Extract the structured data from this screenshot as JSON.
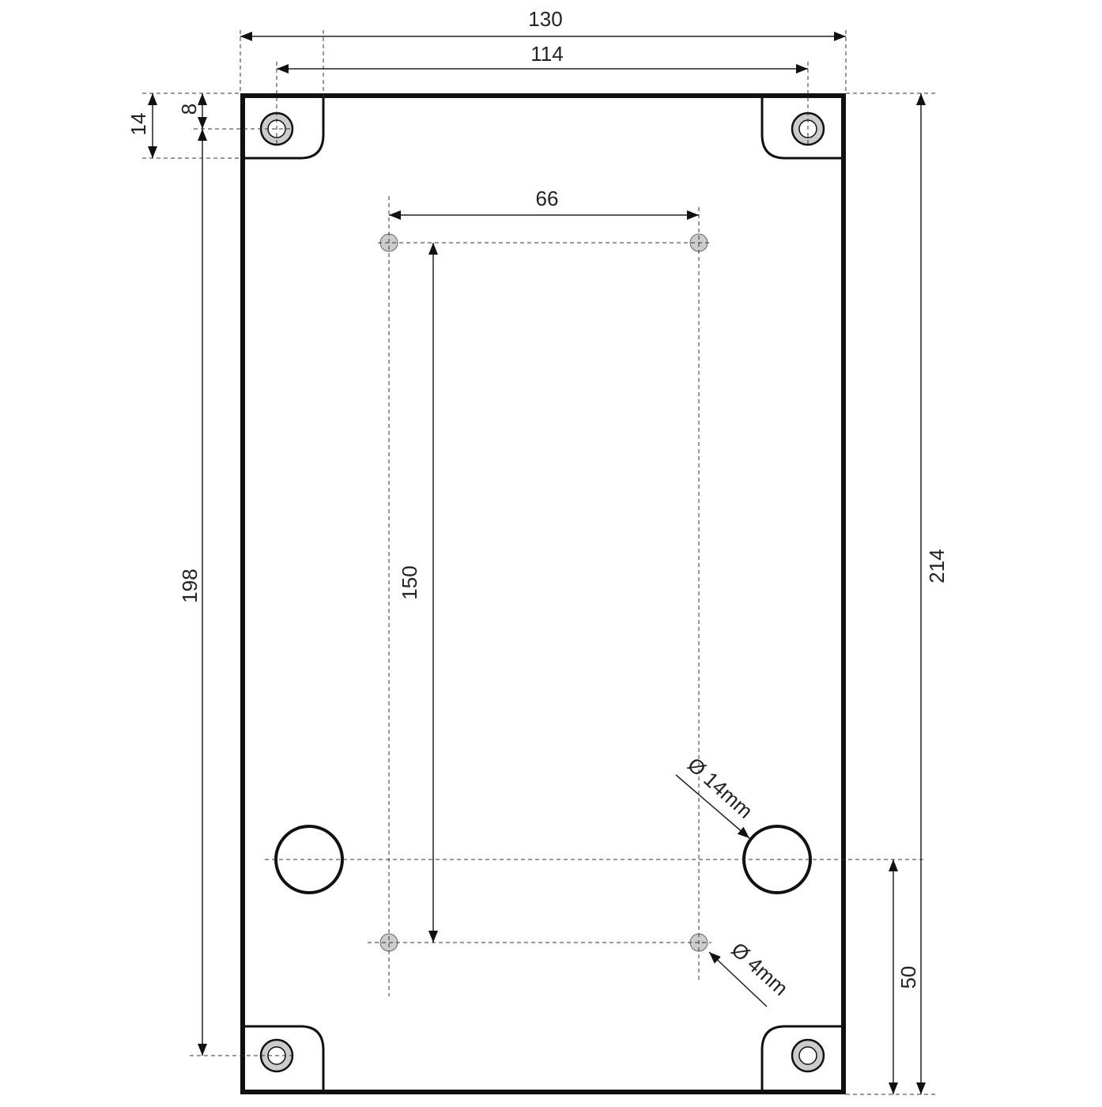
{
  "title": "Enclosure mounting plate drawing",
  "dimensions": {
    "overall_width": "130",
    "mount_hole_spacing_x": "114",
    "inner_hole_spacing_x": "66",
    "overall_height": "214",
    "mount_hole_spacing_y": "198",
    "inner_hole_spacing_y": "150",
    "large_hole_from_bottom": "50",
    "pocket_depth": "14",
    "mount_hole_offset": "8"
  },
  "callouts": {
    "large_hole": "Ø 14mm",
    "small_hole": "Ø 4mm"
  },
  "colors": {
    "hole_fill": "#cccccc",
    "line": "#111111"
  }
}
